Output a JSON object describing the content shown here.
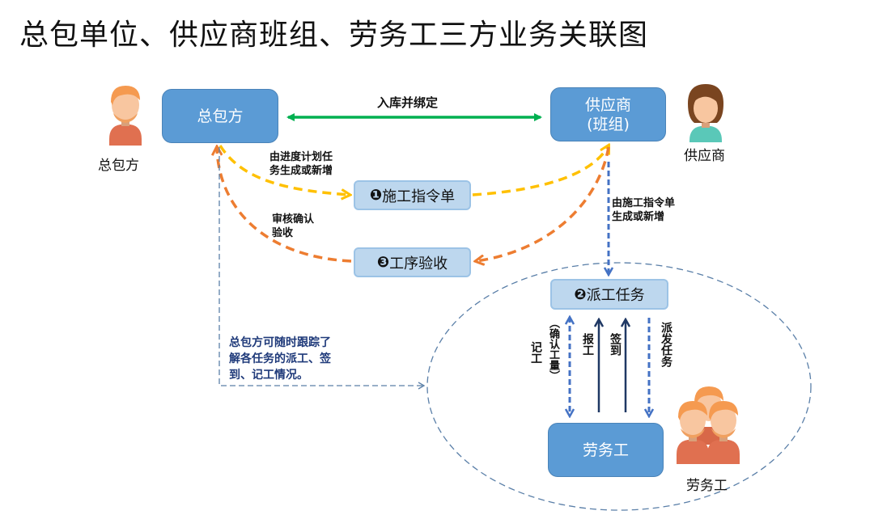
{
  "title": "总包单位、供应商班组、劳务工三方业务关联图",
  "nodes": {
    "contractor": {
      "label": "总包方"
    },
    "supplier": {
      "line1": "供应商",
      "line2": "(班组)"
    },
    "worker": {
      "label": "劳务工"
    }
  },
  "steps": {
    "work_order": {
      "number": "❶",
      "label": "施工指令单"
    },
    "dispatch": {
      "number": "❷",
      "label": "派工任务"
    },
    "acceptance": {
      "number": "❸",
      "label": "工序验收"
    }
  },
  "persons": {
    "contractor": {
      "label": "总包方",
      "icon": "man-avatar-icon"
    },
    "supplier": {
      "label": "供应商",
      "icon": "woman-avatar-icon"
    },
    "worker": {
      "label": "劳务工",
      "icon": "group-avatar-icon"
    }
  },
  "edges": {
    "bind": "入库并绑定",
    "generate_order": {
      "line1": "由进度计划任",
      "line2": "务生成或新增"
    },
    "review": {
      "line1": "审核确认",
      "line2": "验收"
    },
    "generate_dispatch": {
      "line1": "由施工指令单",
      "line2": "生成或新增"
    },
    "tracking": {
      "line1": "总包方可随时跟踪了",
      "line2": "解各任务的派工、签",
      "line3": "到、记工情况。"
    },
    "record_work_a": "记工",
    "record_work_b": "（确认工量）",
    "report_work": "报工",
    "check_in": "签到",
    "dispatch_task": "派发任务"
  },
  "colors": {
    "box_blue": "#5b9bd5",
    "step_fill": "#bdd7ee",
    "green_arrow": "#00b050",
    "yellow_arrow": "#ffc000",
    "orange_arrow": "#ed7d31",
    "blue_dashed": "#4472c4",
    "navy_arrow": "#1f3864",
    "ellipse_stroke": "#5a7fa8"
  }
}
